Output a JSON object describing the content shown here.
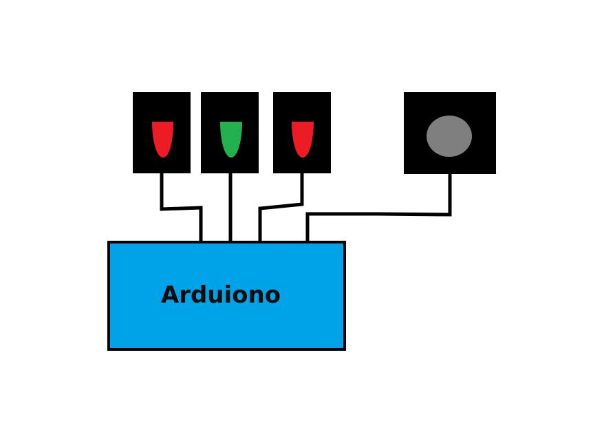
{
  "diagram": {
    "board": {
      "label": "Arduiono",
      "fill_color": "#00a2e8",
      "border_color": "#000000"
    },
    "components": [
      {
        "id": "led-1",
        "kind": "led",
        "body_color": "#000000",
        "light_color": "#ed1c24"
      },
      {
        "id": "led-2",
        "kind": "led",
        "body_color": "#000000",
        "light_color": "#22b14c"
      },
      {
        "id": "led-3",
        "kind": "led",
        "body_color": "#000000",
        "light_color": "#ed1c24"
      },
      {
        "id": "button",
        "kind": "push-button",
        "body_color": "#000000",
        "knob_color": "#7f7f7f"
      }
    ],
    "wire_color": "#000000"
  }
}
